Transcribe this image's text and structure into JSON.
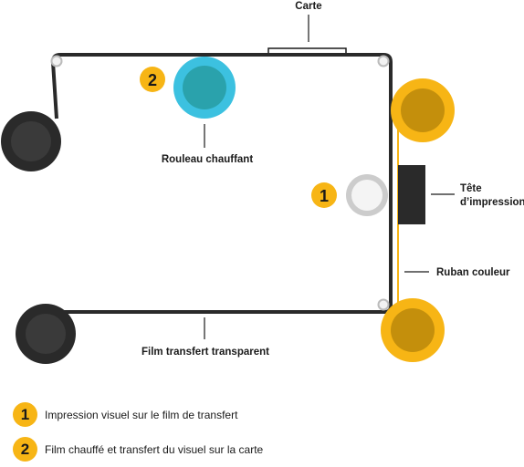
{
  "labels": {
    "card": "Carte",
    "heat_roller": "Rouleau chauffant",
    "print_head": "Tête\nd’impression",
    "ribbon": "Ruban couleur",
    "film": "Film transfert transparent"
  },
  "badges": {
    "one": "1",
    "two": "2"
  },
  "legend": [
    {
      "number": "1",
      "text": "Impression visuel sur le film de transfert"
    },
    {
      "number": "2",
      "text": "Film chauffé et transfert du visuel sur la carte"
    }
  ],
  "colors": {
    "dark": "#2a2a2a",
    "accent": "#f7b515",
    "ribbon_core": "#c48f0c",
    "heat_outer": "#3cc1e0",
    "heat_inner": "#2aa2ac",
    "roller_grey": "#cccccc"
  }
}
